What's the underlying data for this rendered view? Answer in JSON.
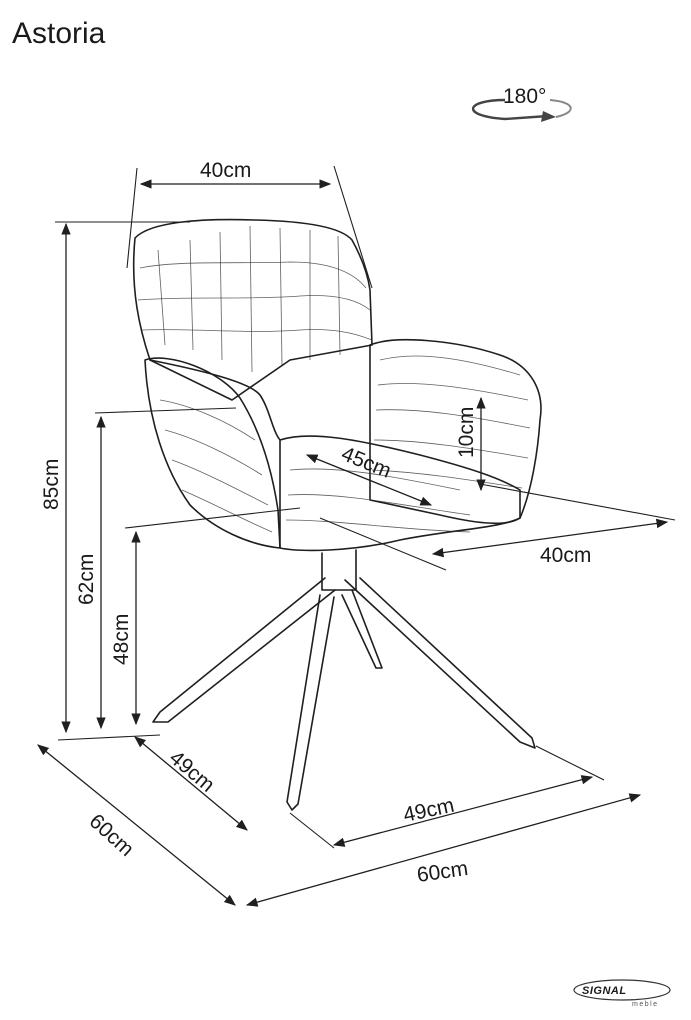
{
  "title": "Astoria",
  "rotation": {
    "label": "180°"
  },
  "dimensions": {
    "backrest_width": "40cm",
    "total_height": "85cm",
    "armrest_height": "62cm",
    "seat_height": "48cm",
    "armrest_above_seat": "10cm",
    "seat_depth": "45cm",
    "seat_width": "40cm",
    "base_side_depth": "49cm",
    "base_front_width": "49cm",
    "overall_depth": "60cm",
    "overall_width": "60cm"
  },
  "logo": {
    "main": "SIGNAL",
    "sub": "meble"
  },
  "colors": {
    "line": "#1f1f1f",
    "background": "#ffffff"
  }
}
